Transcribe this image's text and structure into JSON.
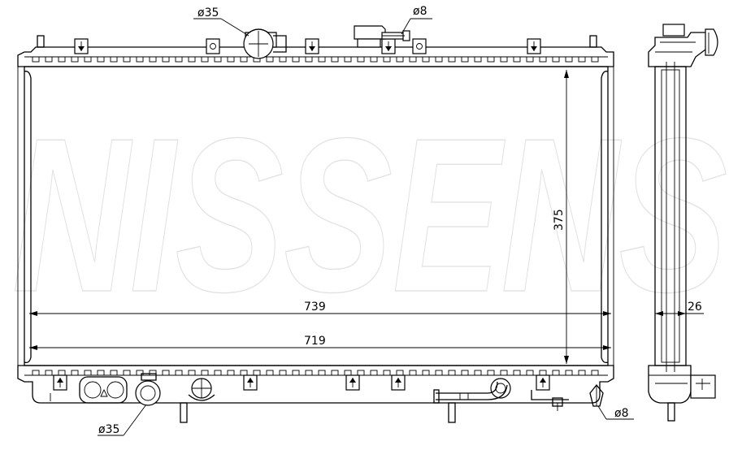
{
  "watermark": "NISSENS",
  "dimensions": {
    "core_width": "739",
    "inner_width": "719",
    "core_height": "375",
    "depth": "26"
  },
  "callouts": {
    "top_inlet": "ø35",
    "top_vent": "ø8",
    "bottom_outlet": "ø35",
    "bottom_drain": "ø8"
  }
}
